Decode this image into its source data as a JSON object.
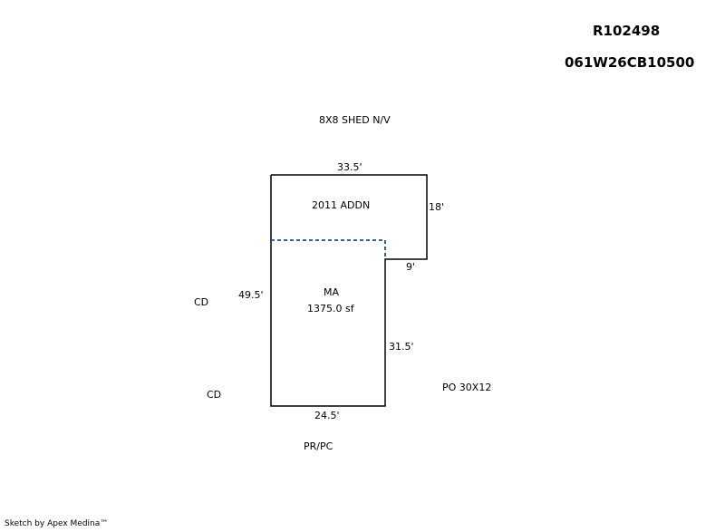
{
  "header": {
    "account": "R102498",
    "map_taxlot": "061W26CB10500"
  },
  "sketch": {
    "labels": {
      "shed": "8X8 SHED N/V",
      "addition": "2011 ADDN",
      "main_area": "MA",
      "main_area_size": "1375.0 sf",
      "cd_upper": "CD",
      "cd_lower": "CD",
      "porch": "PO 30X12",
      "prpc": "PR/PC"
    },
    "dimensions": {
      "top": "33.5'",
      "right_upper": "18'",
      "step": "9'",
      "left": "49.5'",
      "right_lower": "31.5'",
      "bottom": "24.5'"
    },
    "colors": {
      "outline": "#000000",
      "interior_dashed": "#1a4f8a"
    }
  },
  "footer": {
    "credit": "Sketch by Apex Medina™"
  }
}
